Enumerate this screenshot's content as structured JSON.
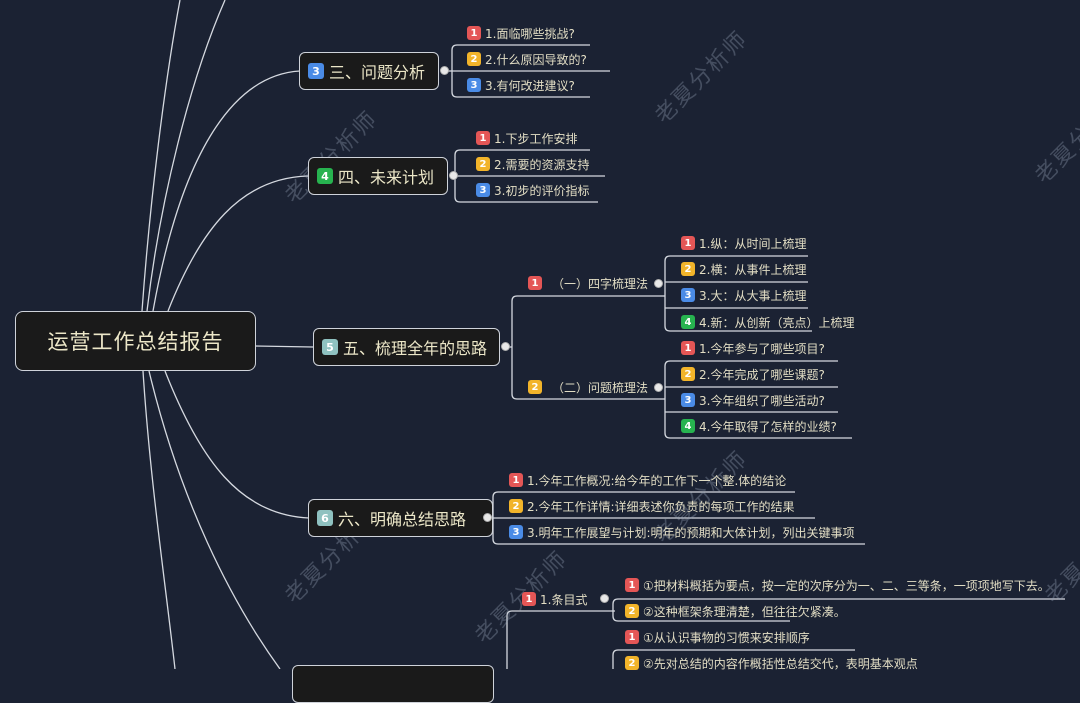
{
  "root": {
    "label": "运营工作总结报告"
  },
  "watermark": "老夏分析师",
  "branches": [
    {
      "badge": "3",
      "label": "三、问题分析",
      "color": "#4a8be6",
      "children": [
        {
          "badge": "1",
          "label": "1.面临哪些挑战?"
        },
        {
          "badge": "2",
          "label": "2.什么原因导致的?"
        },
        {
          "badge": "3",
          "label": "3.有何改进建议?"
        }
      ]
    },
    {
      "badge": "4",
      "label": "四、未来计划",
      "color": "#27b34f",
      "children": [
        {
          "badge": "1",
          "label": "1.下步工作安排"
        },
        {
          "badge": "2",
          "label": "2.需要的资源支持"
        },
        {
          "badge": "3",
          "label": "3.初步的评价指标"
        }
      ]
    },
    {
      "badge": "5",
      "label": "五、梳理全年的思路",
      "color": "#8fc2c0",
      "children": [
        {
          "badge": "1",
          "label": "（一）四字梳理法",
          "children": [
            {
              "badge": "1",
              "label": "1.纵：从时间上梳理"
            },
            {
              "badge": "2",
              "label": "2.横：从事件上梳理"
            },
            {
              "badge": "3",
              "label": "3.大：从大事上梳理"
            },
            {
              "badge": "4",
              "label": "4.新：从创新（亮点）上梳理"
            }
          ]
        },
        {
          "badge": "2",
          "label": "（二）问题梳理法",
          "children": [
            {
              "badge": "1",
              "label": "1.今年参与了哪些项目?"
            },
            {
              "badge": "2",
              "label": "2.今年完成了哪些课题?"
            },
            {
              "badge": "3",
              "label": "3.今年组织了哪些活动?"
            },
            {
              "badge": "4",
              "label": "4.今年取得了怎样的业绩?"
            }
          ]
        }
      ]
    },
    {
      "badge": "6",
      "label": "六、明确总结思路",
      "color": "#8fc2c0",
      "children": [
        {
          "badge": "1",
          "label": "1.今年工作概况:给今年的工作下一个整.体的结论"
        },
        {
          "badge": "2",
          "label": "2.今年工作详情:详细表述你负责的每项工作的结果"
        },
        {
          "badge": "3",
          "label": "3.明年工作展望与计划:明年的预期和大体计划，列出关键事项"
        }
      ]
    },
    {
      "badge": "",
      "label": "",
      "color": "",
      "children": [
        {
          "badge": "1",
          "label": "1.条目式",
          "children": [
            {
              "badge": "1",
              "label": "①把材料概括为要点，按一定的次序分为一、二、三等条，一项项地写下去。"
            },
            {
              "badge": "2",
              "label": "②这种框架条理清楚，但往往欠紧凑。"
            }
          ]
        },
        {
          "badge": "",
          "label": "",
          "children": [
            {
              "badge": "1",
              "label": "①从认识事物的习惯来安排顺序"
            },
            {
              "badge": "2",
              "label": "②先对总结的内容作概括性总结交代，表明基本观点"
            }
          ]
        }
      ]
    }
  ]
}
